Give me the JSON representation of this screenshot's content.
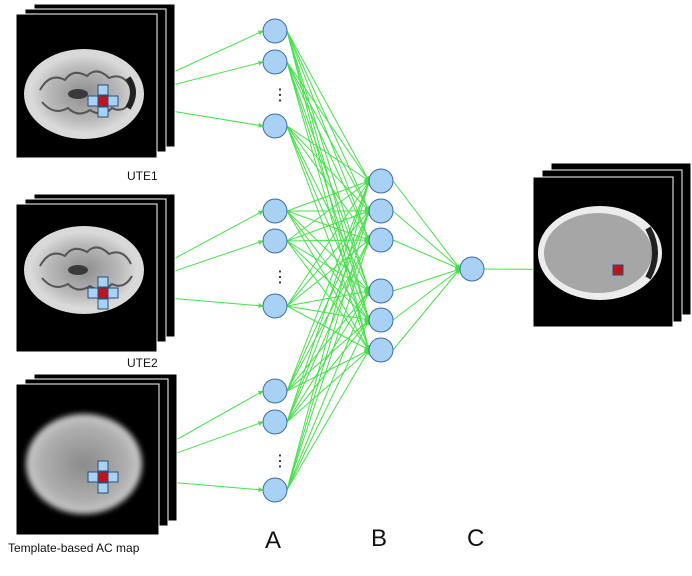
{
  "inputs": [
    {
      "label": "UTE1",
      "kind": "mri"
    },
    {
      "label": "UTE2",
      "kind": "mri"
    },
    {
      "label": "Template-based AC map",
      "kind": "blur"
    }
  ],
  "ellipsis": "⋮",
  "layer_labels": {
    "a": "A",
    "b": "B",
    "c": "C"
  },
  "colors": {
    "node_fill": "#a9d1f3",
    "node_stroke": "#3a6ea5",
    "edge": "#47e04a",
    "center_voxel": "#c0141b",
    "neighbor_voxel": "#a9d1f3",
    "background": "#000000"
  }
}
